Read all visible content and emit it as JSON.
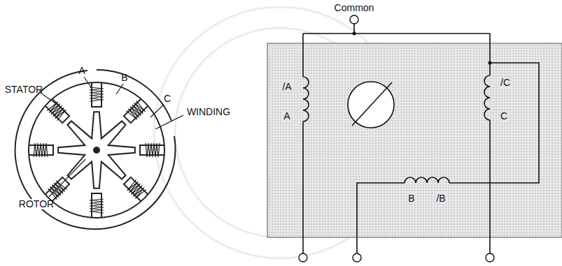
{
  "diagram": {
    "labels": [
      "STATOR",
      "A",
      "B",
      "C",
      "WINDING",
      "ROTOR",
      "Common",
      "/A",
      "A",
      "/C",
      "C",
      "B",
      "/B"
    ]
  }
}
